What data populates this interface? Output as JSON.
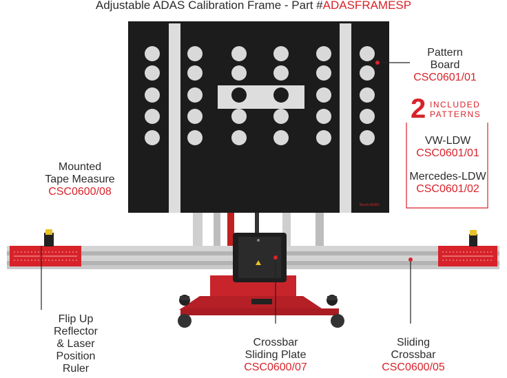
{
  "header": {
    "subtitle_prefix": "Adjustable ADAS Calibration Frame - Part #",
    "part_number": "ADASFRAMESP"
  },
  "callouts": {
    "pattern_board": {
      "line1": "Pattern",
      "line2": "Board",
      "code": "CSC0601/01"
    },
    "tape_measure": {
      "line1": "Mounted",
      "line2": "Tape Measure",
      "code": "CSC0600/08"
    },
    "flip_up": {
      "line1": "Flip Up",
      "line2": "Reflector",
      "line3": "& Laser",
      "line4": "Position",
      "line5": "Ruler"
    },
    "sliding_plate": {
      "line1": "Crossbar",
      "line2": "Sliding Plate",
      "code": "CSC0600/07"
    },
    "sliding_crossbar": {
      "line1": "Sliding",
      "line2": "Crossbar",
      "code": "CSC0600/05"
    }
  },
  "patterns_box": {
    "count": "2",
    "heading_line1": "INCLUDED",
    "heading_line2": "PATTERNS",
    "items": [
      {
        "name": "VW-LDW",
        "code": "CSC0601/01"
      },
      {
        "name": "Mercedes-LDW",
        "code": "CSC0601/02"
      }
    ]
  },
  "board_brand": "Bosch ADAS",
  "colors": {
    "accent": "#d8222a",
    "board": "#1c1c1c",
    "dot": "#d9d9d9",
    "rail": "#c9c9c9"
  }
}
